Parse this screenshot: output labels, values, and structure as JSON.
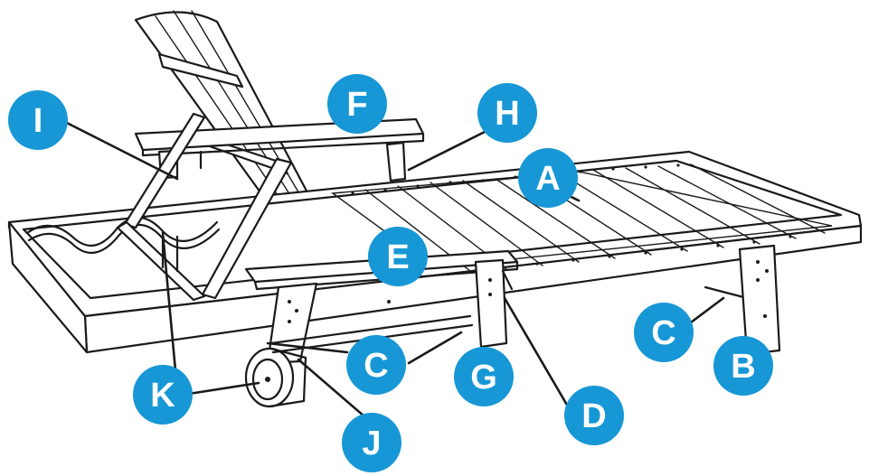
{
  "diagram": {
    "accent_color": "#1797d5",
    "line_color": "#1a1a1a",
    "background_color": "#ffffff",
    "callouts": {
      "A": "A",
      "B": "B",
      "C1": "C",
      "C2": "C",
      "D": "D",
      "E": "E",
      "F": "F",
      "G": "G",
      "H": "H",
      "I": "I",
      "J": "J",
      "K": "K"
    }
  }
}
